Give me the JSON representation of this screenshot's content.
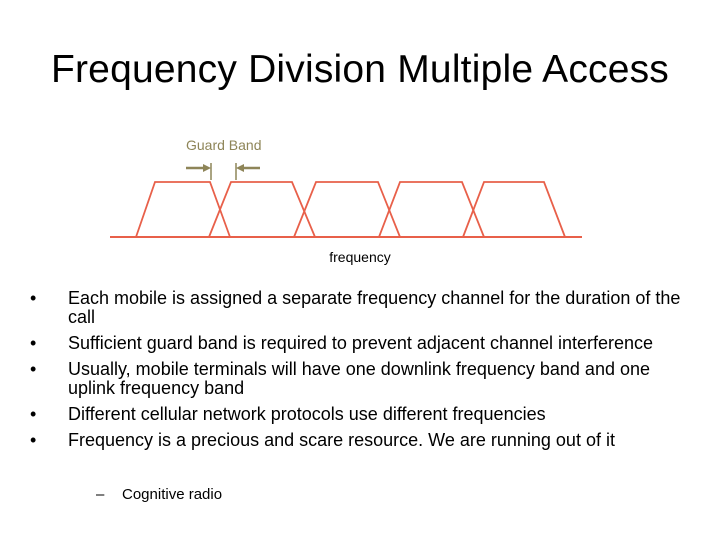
{
  "slide": {
    "title": "Frequency Division Multiple Access"
  },
  "diagram": {
    "guard_band_label": "Guard Band",
    "axis_label": "frequency",
    "colors": {
      "band": "#e8604a",
      "guard": "#8e8558"
    }
  },
  "bullets": [
    {
      "marker": "•",
      "text": "Each mobile is assigned a separate frequency channel for the duration of the call"
    },
    {
      "marker": "•",
      "text": "Sufficient guard band is required to prevent adjacent channel interference"
    },
    {
      "marker": "•",
      "text": "Usually, mobile terminals will have one downlink frequency band and one uplink frequency band"
    },
    {
      "marker": "•",
      "text": "Different cellular network protocols use different frequencies"
    },
    {
      "marker": "•",
      "text": "Frequency is a precious and scare resource. We are running out of it"
    }
  ],
  "sub_bullet": {
    "marker": "–",
    "text": "Cognitive radio"
  }
}
